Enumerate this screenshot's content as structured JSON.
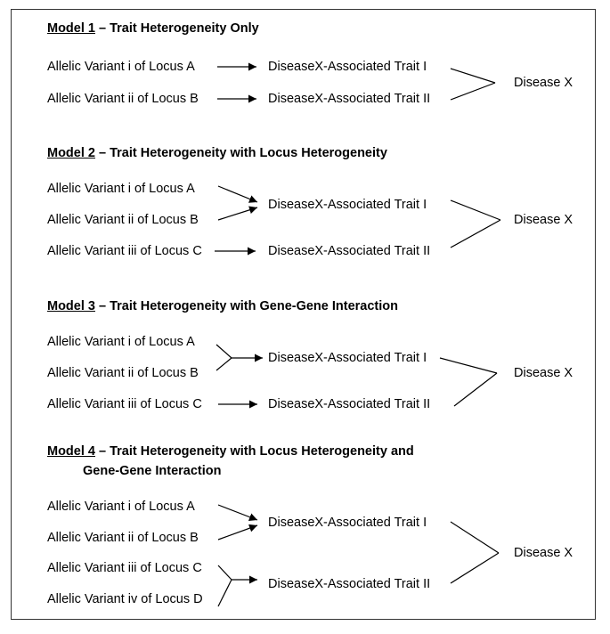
{
  "colors": {
    "ink": "#000000",
    "frame": "#333333",
    "background": "#ffffff"
  },
  "models": [
    {
      "label": "Model 1",
      "title": " – Trait Heterogeneity Only",
      "variants": [
        "Allelic Variant i of Locus A",
        "Allelic Variant ii of Locus B"
      ],
      "traits": [
        "DiseaseX-Associated Trait I",
        "DiseaseX-Associated Trait II"
      ],
      "disease": "Disease X"
    },
    {
      "label": "Model 2",
      "title": " – Trait Heterogeneity with Locus Heterogeneity",
      "variants": [
        "Allelic Variant i of Locus A",
        "Allelic Variant ii of Locus B",
        "Allelic Variant iii of Locus C"
      ],
      "traits": [
        "DiseaseX-Associated Trait I",
        "DiseaseX-Associated Trait II"
      ],
      "disease": "Disease X"
    },
    {
      "label": "Model 3",
      "title": " – Trait Heterogeneity with Gene-Gene Interaction",
      "variants": [
        "Allelic Variant i of Locus A",
        "Allelic Variant ii of Locus B",
        "Allelic Variant iii of Locus C"
      ],
      "traits": [
        "DiseaseX-Associated Trait I",
        "DiseaseX-Associated Trait II"
      ],
      "disease": "Disease X"
    },
    {
      "label": "Model 4",
      "title": " – Trait Heterogeneity with Locus Heterogeneity and",
      "title_line2": "Gene-Gene Interaction",
      "variants": [
        "Allelic Variant i of Locus A",
        "Allelic Variant ii of Locus B",
        "Allelic Variant iii of Locus C",
        "Allelic Variant iv of Locus D"
      ],
      "traits": [
        "DiseaseX-Associated Trait I",
        "DiseaseX-Associated Trait II"
      ],
      "disease": "Disease X"
    }
  ]
}
